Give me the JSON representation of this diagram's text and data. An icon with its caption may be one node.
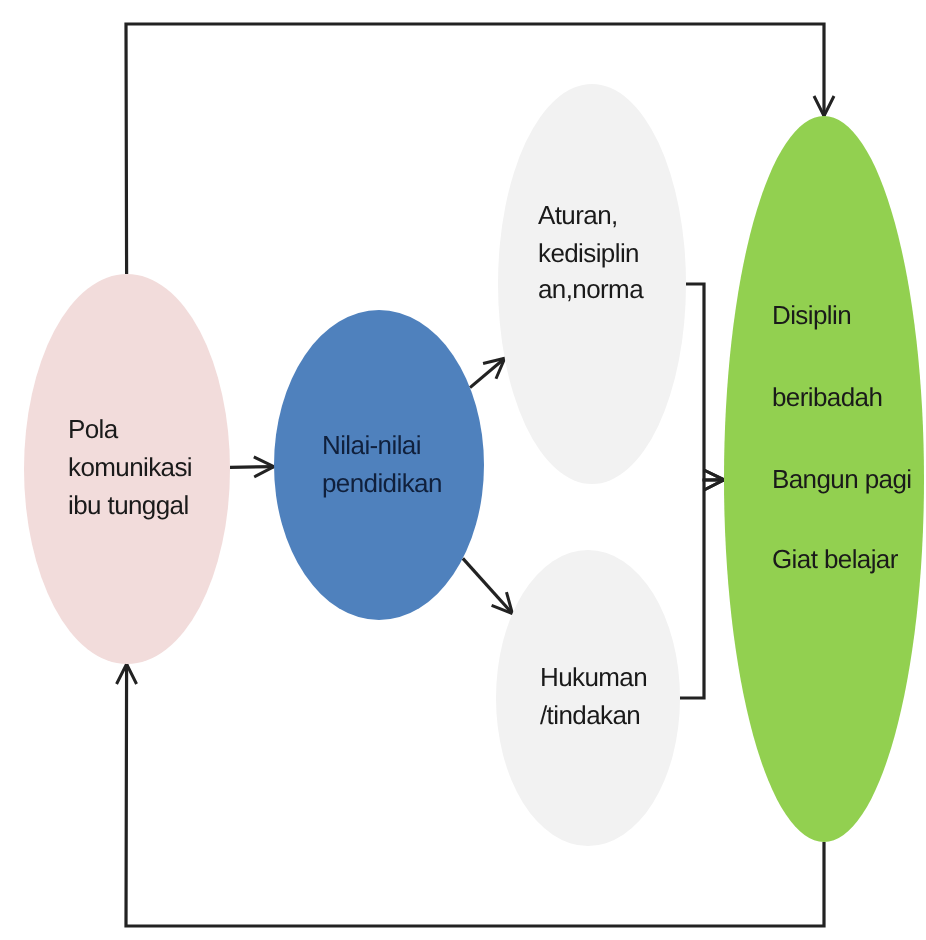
{
  "diagram": {
    "nodes": [
      {
        "text": [
          "Pola komunikasi ibu tunggal"
        ]
      },
      {
        "text": [
          "Nilai-nilai pendidikan"
        ]
      },
      {
        "text": [
          "Aturan, kedisiplin an,norma"
        ]
      },
      {
        "text": [
          "Hukuman /tindakan"
        ]
      },
      {
        "text": [
          "Disiplin",
          "beribadah",
          "Bangun pagi",
          "Giat belajar"
        ]
      }
    ],
    "edges": [
      {
        "from": 0,
        "to": 4,
        "arrow": "to"
      },
      {
        "from": 0,
        "to": 1,
        "arrow": "to"
      },
      {
        "from": 1,
        "to": 2,
        "arrow": "to"
      },
      {
        "from": 1,
        "to": 3,
        "arrow": "to"
      },
      {
        "from": 2,
        "to": 4,
        "arrow": "to"
      },
      {
        "from": 3,
        "to": 4,
        "arrow": "to"
      },
      {
        "from": 4,
        "to": 0,
        "arrow": "to"
      }
    ]
  }
}
